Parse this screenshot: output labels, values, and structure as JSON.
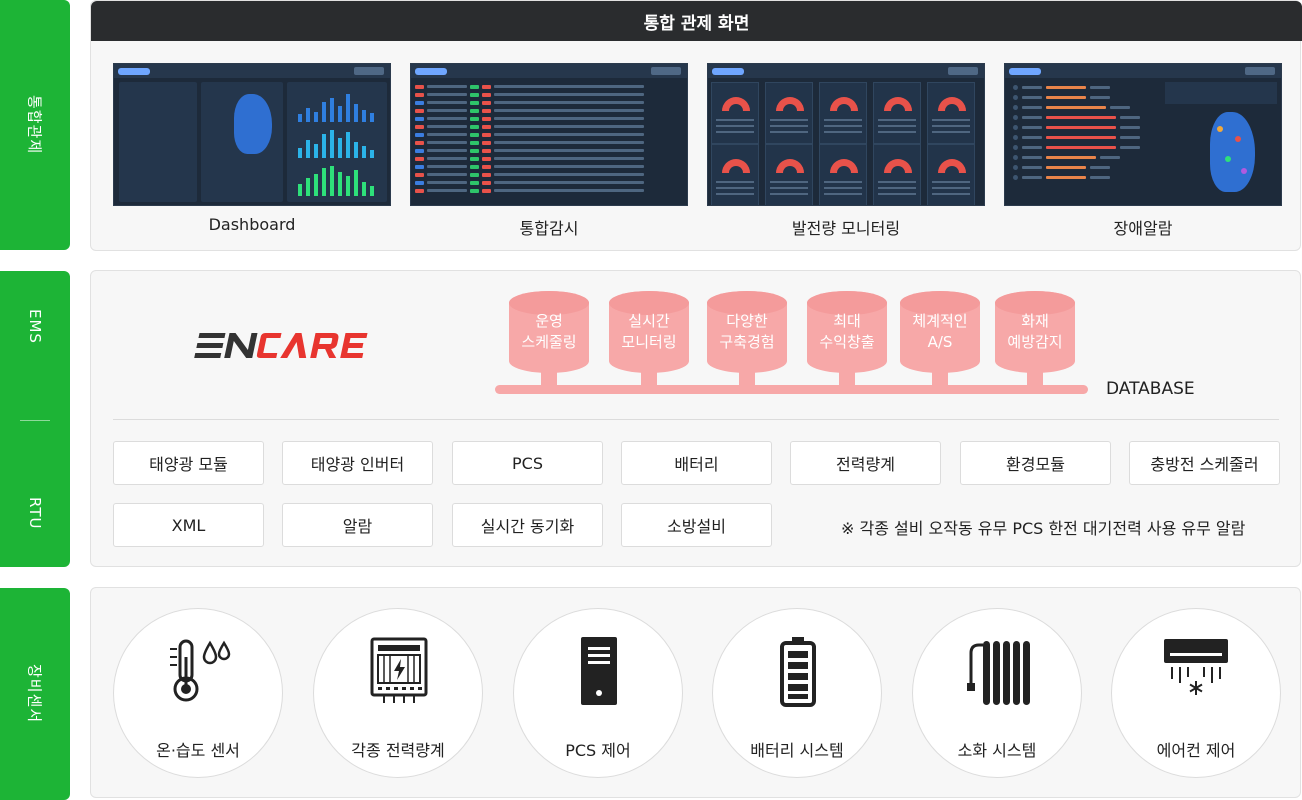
{
  "side_tabs": {
    "integrated": "통합관제",
    "ems": "EMS",
    "rtu": "RTU",
    "sensors": "장비센서"
  },
  "integrated": {
    "header": "통합 관제 화면",
    "screens": [
      {
        "label": "Dashboard"
      },
      {
        "label": "통합감시"
      },
      {
        "label": "발전량 모니터링"
      },
      {
        "label": "장애알람"
      }
    ]
  },
  "ems": {
    "logo_text": "ENCARE",
    "features": [
      {
        "line1": "운영",
        "line2": "스케줄링"
      },
      {
        "line1": "실시간",
        "line2": "모니터링"
      },
      {
        "line1": "다양한",
        "line2": "구축경험"
      },
      {
        "line1": "최대",
        "line2": "수익창출"
      },
      {
        "line1": "체계적인",
        "line2": "A/S"
      },
      {
        "line1": "화재",
        "line2": "예방감지"
      }
    ],
    "database_label": "DATABASE",
    "rtu_items": [
      "태양광 모듈",
      "태양광 인버터",
      "PCS",
      "배터리",
      "전력량계",
      "환경모듈",
      "충방전 스케줄러",
      "XML",
      "알람",
      "실시간 동기화",
      "소방설비"
    ],
    "note": "※ 각종 설비 오작동 유무 PCS 한전 대기전력 사용 유무 알람"
  },
  "equipment": [
    {
      "label": "온·습도 센서",
      "icon": "thermometer-icon"
    },
    {
      "label": "각종 전력량계",
      "icon": "power-meter-icon"
    },
    {
      "label": "PCS 제어",
      "icon": "pcs-cabinet-icon"
    },
    {
      "label": "배터리 시스템",
      "icon": "battery-icon"
    },
    {
      "label": "소화 시스템",
      "icon": "fire-suppression-icon"
    },
    {
      "label": "에어컨 제어",
      "icon": "air-conditioner-icon"
    }
  ],
  "colors": {
    "accent_green": "#1db436",
    "cylinder_pink": "#f7a8a8",
    "header_dark": "#2a2c2e",
    "logo_red": "#e8352f"
  }
}
